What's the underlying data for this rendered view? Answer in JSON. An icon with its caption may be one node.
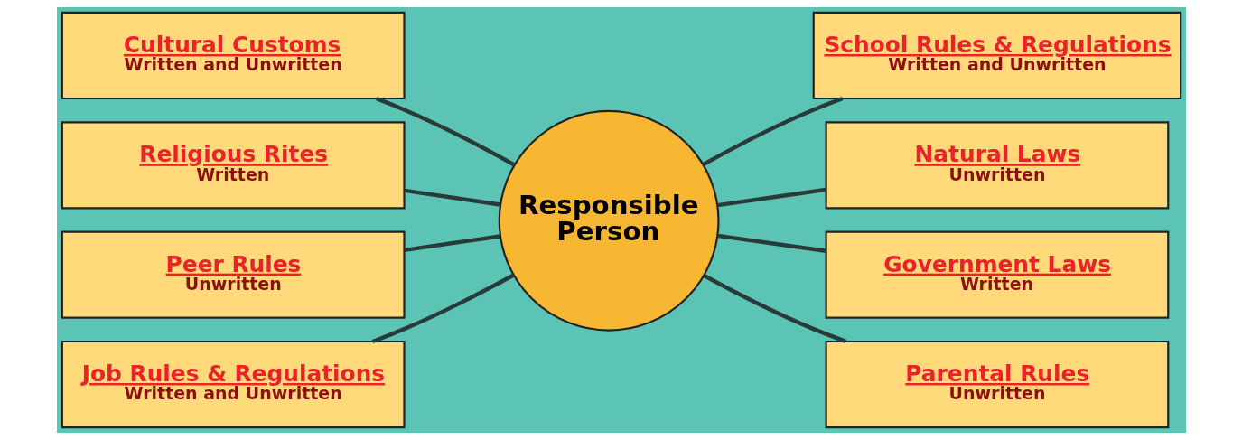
{
  "diagram": {
    "nodes": [
      {
        "text": [
          "Responsible Person"
        ]
      },
      {
        "text": [
          "Cultural Customs",
          "Written and Unwritten"
        ]
      },
      {
        "text": [
          "Religious Rites",
          "Written"
        ]
      },
      {
        "text": [
          "Peer Rules",
          "Unwritten"
        ]
      },
      {
        "text": [
          "Job Rules & Regulations",
          "Written and Unwritten"
        ]
      },
      {
        "text": [
          "School Rules & Regulations",
          "Written and Unwritten"
        ]
      },
      {
        "text": [
          "Natural Laws",
          "Unwritten"
        ]
      },
      {
        "text": [
          "Government Laws",
          "Written"
        ]
      },
      {
        "text": [
          "Parental Rules",
          "Unwritten"
        ]
      }
    ],
    "edges": [
      {
        "from": 1,
        "to": 0,
        "arrow": "none"
      },
      {
        "from": 2,
        "to": 0,
        "arrow": "none"
      },
      {
        "from": 3,
        "to": 0,
        "arrow": "none"
      },
      {
        "from": 4,
        "to": 0,
        "arrow": "none"
      },
      {
        "from": 0,
        "to": 5,
        "arrow": "none"
      },
      {
        "from": 0,
        "to": 6,
        "arrow": "none"
      },
      {
        "from": 0,
        "to": 7,
        "arrow": "none"
      },
      {
        "from": 0,
        "to": 8,
        "arrow": "none"
      }
    ]
  }
}
